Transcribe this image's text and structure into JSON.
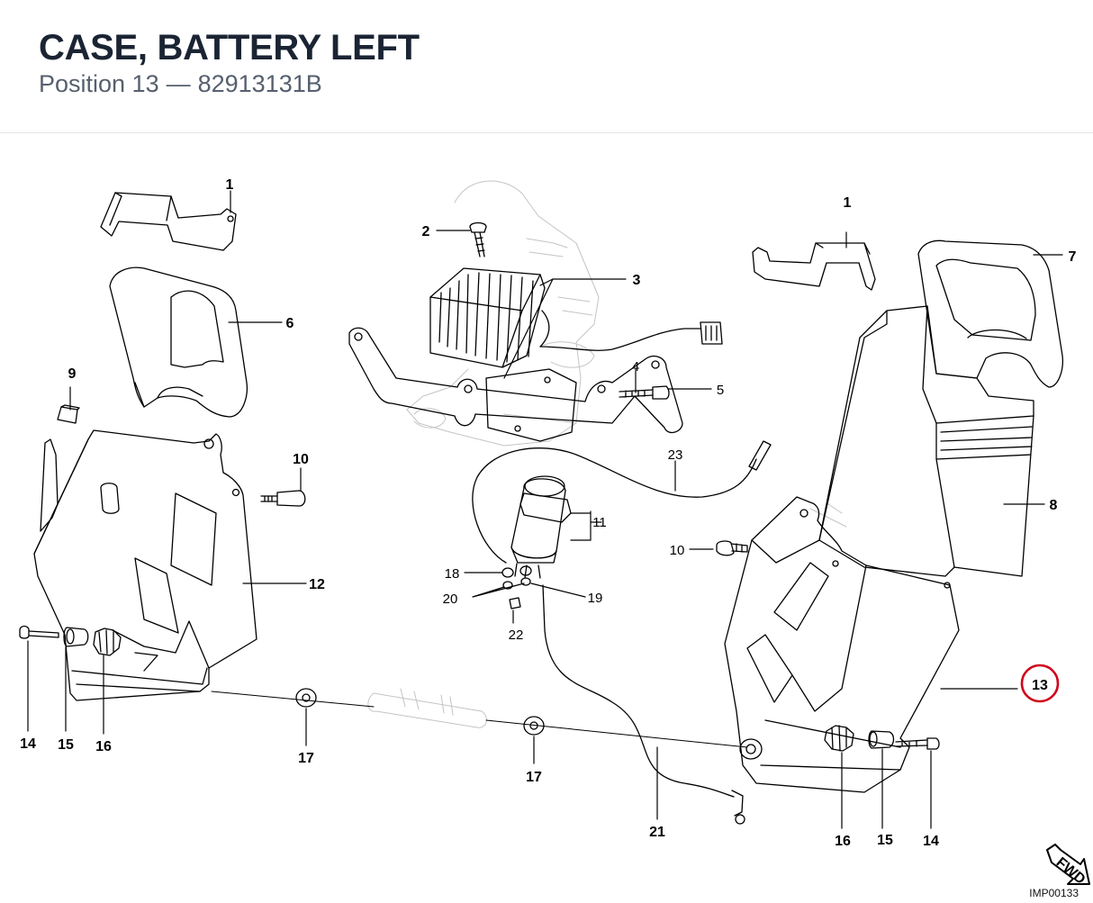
{
  "header": {
    "title": "CASE, BATTERY LEFT",
    "position_label": "Position 13",
    "separator": "—",
    "part_number": "82913131B"
  },
  "diagram": {
    "highlight_color": "#d0021b",
    "callouts": {
      "c1a": "1",
      "c1b": "1",
      "c2": "2",
      "c3": "3",
      "c4": "4",
      "c5": "5",
      "c6": "6",
      "c7": "7",
      "c8": "8",
      "c9": "9",
      "c10a": "10",
      "c10b": "10",
      "c11": "11",
      "c12": "12",
      "c13": "13",
      "c14a": "14",
      "c14b": "14",
      "c15a": "15",
      "c15b": "15",
      "c16a": "16",
      "c16b": "16",
      "c17a": "17",
      "c17b": "17",
      "c18": "18",
      "c19": "19",
      "c20": "20",
      "c21": "21",
      "c22": "22",
      "c23": "23"
    },
    "fwd_label": "FWD",
    "image_code": "IMP00133"
  }
}
